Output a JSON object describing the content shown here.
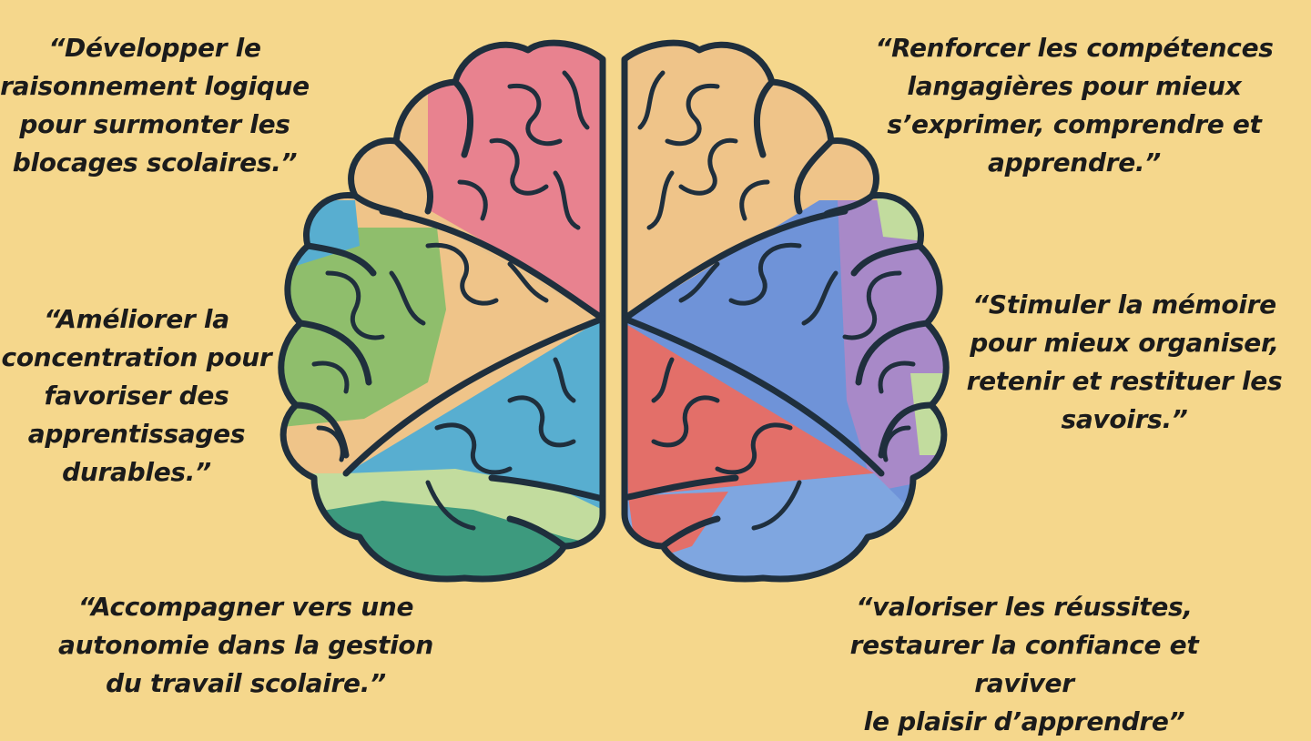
{
  "quotes": {
    "top_left": "“Développer le\nraisonnement logique\npour surmonter les\nblocages scolaires.”",
    "middle_left": "“Améliorer la\nconcentration pour\nfavoriser des\napprentissages\ndurables.”",
    "bottom_left": "“Accompagner vers une\nautonomie dans la gestion\ndu travail scolaire.”",
    "top_right": "“Renforcer les compétences\nlangagières pour mieux\ns’exprimer, comprendre et\napprendre.”",
    "middle_right": "“Stimuler la mémoire\npour mieux organiser,\nretenir et restituer les\nsavoirs.”",
    "bottom_right": "“valoriser les réussites,\nrestaurer la confiance et raviver\nle plaisir d’apprendre”"
  },
  "brain": {
    "icon": "brain-icon",
    "colors": {
      "background": "#f5d78c",
      "outline": "#1f2f3d",
      "pink": "#e8828f",
      "tan": "#efc489",
      "green": "#8fbe6c",
      "teal_blue": "#58aed0",
      "dark_green": "#3d9a7e",
      "light_green": "#c2dc9e",
      "periwinkle": "#6f93d8",
      "purple": "#a889c8",
      "coral": "#e36f69",
      "sky_blue": "#7fa6e0"
    }
  }
}
